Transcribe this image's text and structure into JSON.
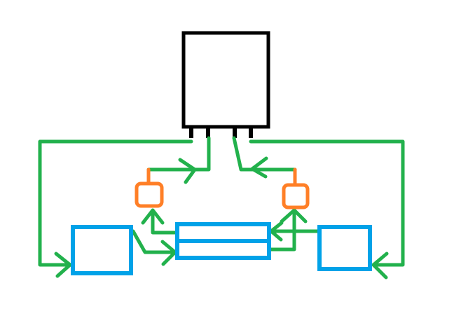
{
  "colors": {
    "background": "#ffffff",
    "outline": "#000000",
    "wire": "#22b14c",
    "module": "#00a2e8",
    "sensor": "#ff7f27"
  },
  "components": {
    "controller": {
      "shape": "square-box",
      "pins": 4
    },
    "left_module": {
      "shape": "rectangle"
    },
    "right_module": {
      "shape": "rectangle"
    },
    "center_bar": {
      "shape": "two-slot-bar",
      "slots": 2
    },
    "left_sensor": {
      "shape": "rounded-square"
    },
    "right_sensor": {
      "shape": "rounded-square"
    }
  },
  "icons": [
    "arrow-head-icon"
  ]
}
